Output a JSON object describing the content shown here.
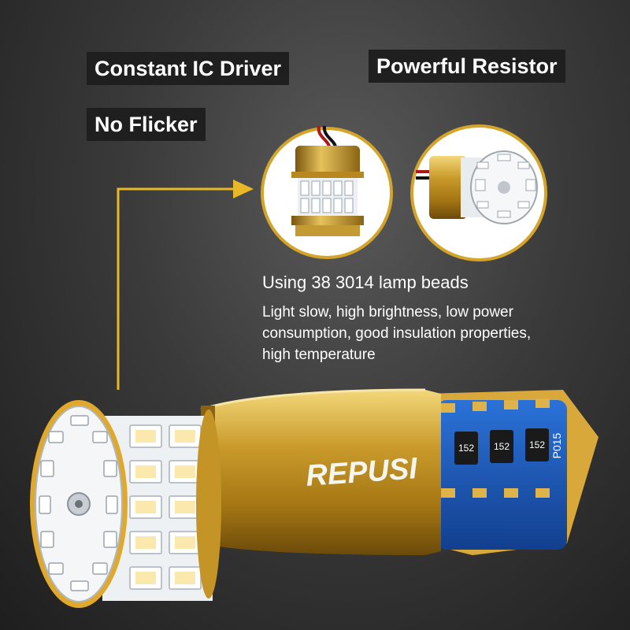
{
  "labels": {
    "driver": "Constant IC Driver",
    "resistor": "Powerful Resistor",
    "flicker": "No Flicker"
  },
  "description": {
    "title": "Using 38 3014 lamp beads",
    "lines": [
      "Light slow, high brightness, low power",
      "consumption, good insulation properties,",
      "high temperature"
    ]
  },
  "product": {
    "brand": "REPUSI",
    "resistor_codes": [
      "152",
      "152",
      "152"
    ],
    "board_code": "P015"
  },
  "colors": {
    "gold": "#c9a033",
    "accent_arrow": "#e8b828",
    "pcb_blue": "#1e5fc0",
    "led_white": "#f4f6f8"
  }
}
